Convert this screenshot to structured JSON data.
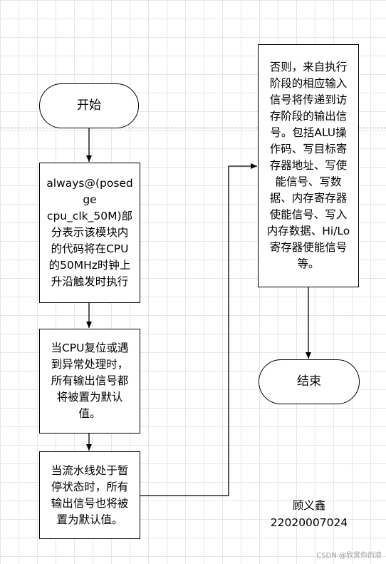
{
  "nodes": {
    "start": "开始",
    "always_block": "always@(posed\nge\ncpu_clk_50M)部\n分表示该模块内\n的代码将在CPU\n的50MHz时钟上\n升沿触发时执行",
    "reset_block": "当CPU复位或遇\n到异常处理时，\n所有输出信号都\n将被置为默认\n值。",
    "stall_block": "当流水线处于暂\n停状态时，所有\n输出信号也将被\n置为默认值。",
    "else_block": "否则，来自执行\n阶段的相应输入\n信号将传递到访\n存阶段的输出信\n号。包括ALU操\n作码、写目标寄\n存器地址、写使\n能信号、写数\n据、内存寄存器\n使能信号、写入\n内存数据、Hi/Lo\n寄存器使能信号\n等。",
    "end": "结束"
  },
  "author": {
    "name": "顾义鑫",
    "id": "22020007024"
  },
  "watermark": "CSDN @欣赏你的浪",
  "colors": {
    "line": "#000000",
    "grid": "#e6e6e6",
    "dash": "#a8a8a8"
  }
}
